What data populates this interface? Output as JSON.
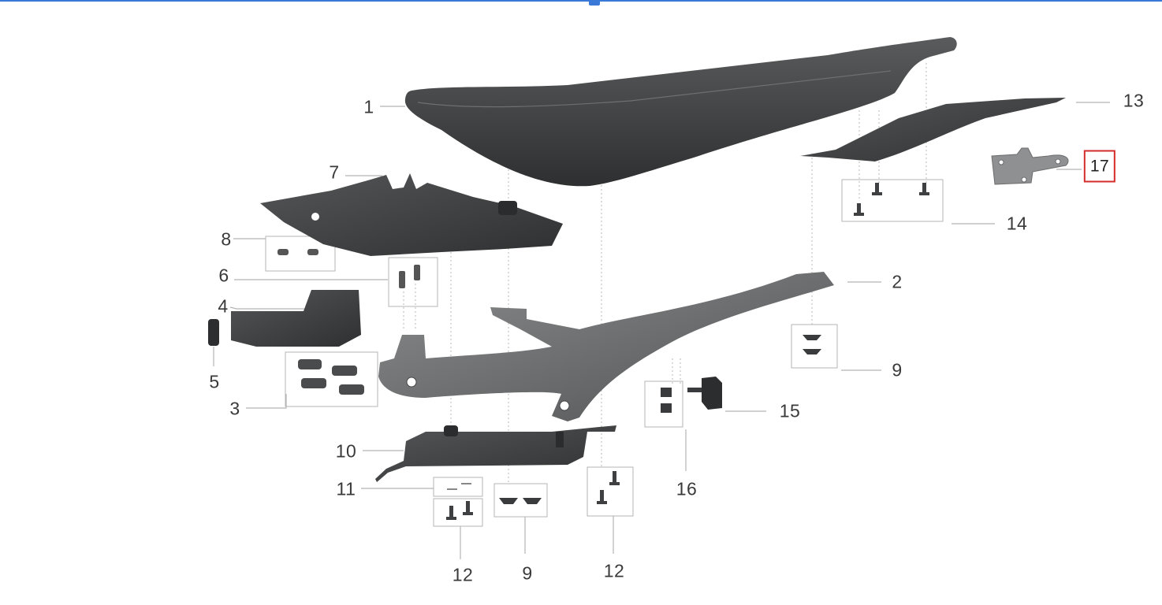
{
  "colors": {
    "accent": "#3a79d8",
    "part_dark": "#3c3d3e",
    "part_medium": "#707273",
    "leader": "#b5b5b5",
    "selection": "#d42b2b"
  },
  "selected_part": "17",
  "callouts": {
    "c1": "1",
    "c2": "2",
    "c3": "3",
    "c4": "4",
    "c5": "5",
    "c6": "6",
    "c7": "7",
    "c8": "8",
    "c9a": "9",
    "c9b": "9",
    "c10": "10",
    "c11": "11",
    "c12a": "12",
    "c12b": "12",
    "c13": "13",
    "c14": "14",
    "c15": "15",
    "c16": "16",
    "c17": "17"
  }
}
